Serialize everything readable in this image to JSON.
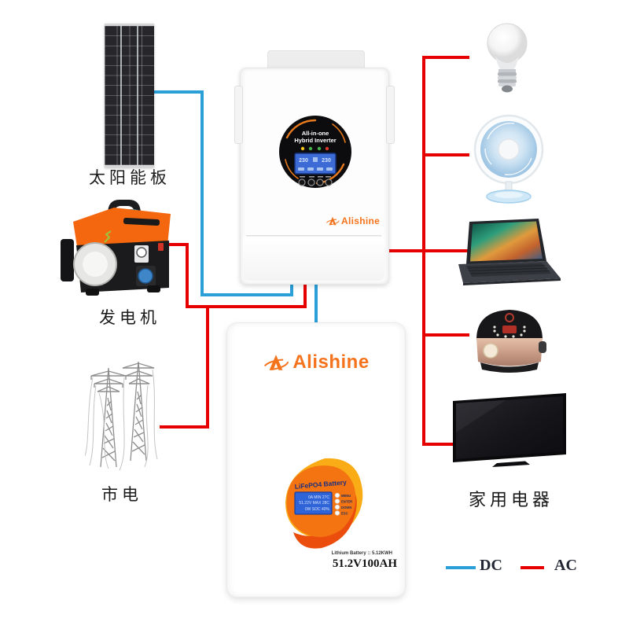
{
  "labels": {
    "solar": "太阳能板",
    "generator": "发电机",
    "grid": "市电",
    "appliances": "家用电器"
  },
  "brand": {
    "name": "Alishine"
  },
  "inverter": {
    "title_line1": "All-in-one",
    "title_line2": "Hybrid Inverter",
    "lcd_left": "230",
    "lcd_right": "230"
  },
  "battery": {
    "panel_title": "LiFePO4 Battery",
    "lcd_lines": [
      "0A MIN 27C",
      "51.22V MAX 28C",
      "0W SOC 40%"
    ],
    "buttons": [
      "MENU",
      "ENTER",
      "DOWN",
      "ESC"
    ],
    "spec": "Lithium Battery :: 5.12KWH",
    "capacity": "51.2V100AH"
  },
  "legend": {
    "dc_label": "DC",
    "ac_label": "AC"
  },
  "colors": {
    "dc": "#2b9fd8",
    "ac": "#e60000",
    "brand_orange": "#f4731c"
  }
}
